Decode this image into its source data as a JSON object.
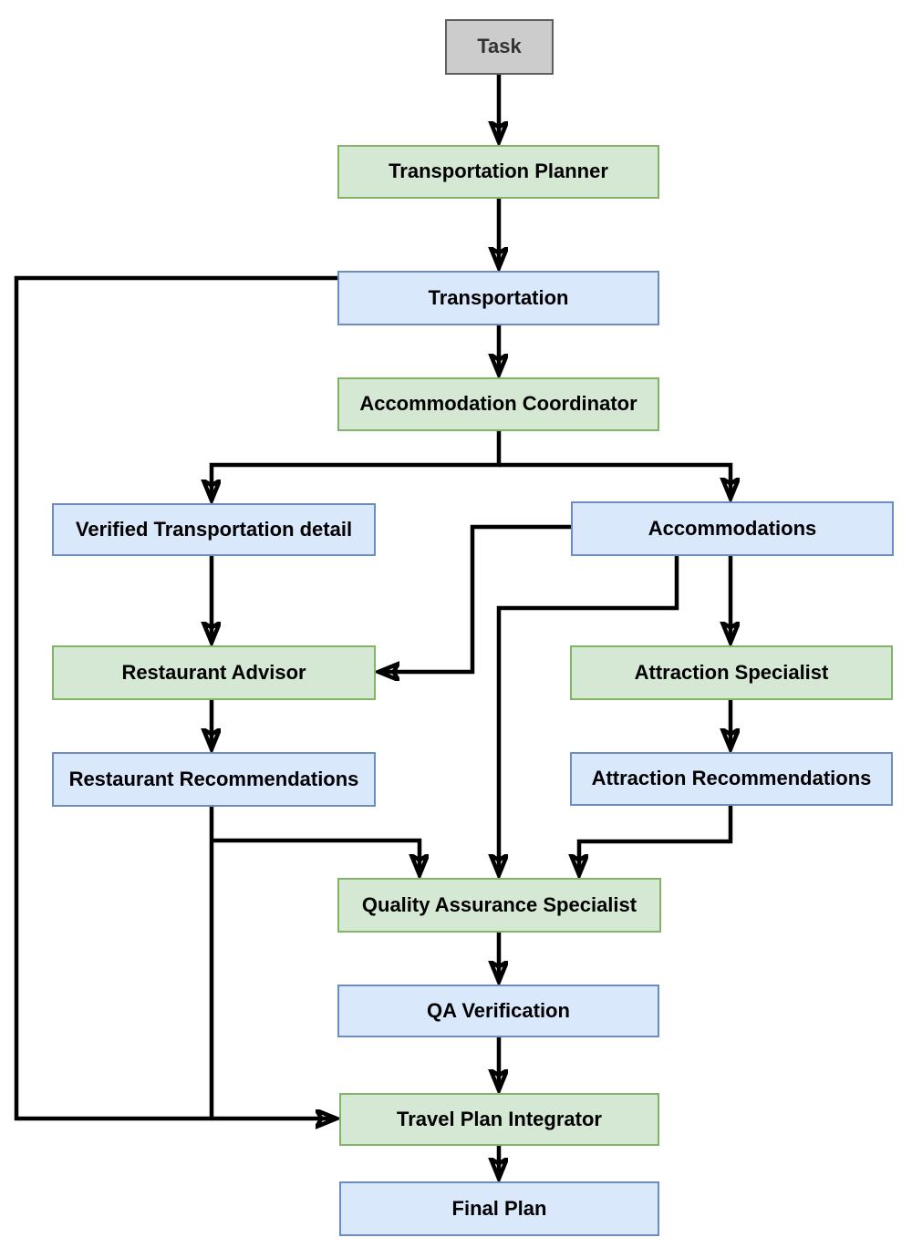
{
  "diagram": {
    "nodes": [
      {
        "id": "task",
        "label": "Task",
        "type": "task"
      },
      {
        "id": "transportation-planner",
        "label": "Transportation Planner",
        "type": "agent"
      },
      {
        "id": "transportation",
        "label": "Transportation",
        "type": "artifact"
      },
      {
        "id": "accommodation-coordinator",
        "label": "Accommodation Coordinator",
        "type": "agent"
      },
      {
        "id": "verified-transportation-detail",
        "label": "Verified Transportation detail",
        "type": "artifact"
      },
      {
        "id": "accommodations",
        "label": "Accommodations",
        "type": "artifact"
      },
      {
        "id": "restaurant-advisor",
        "label": "Restaurant Advisor",
        "type": "agent"
      },
      {
        "id": "attraction-specialist",
        "label": "Attraction Specialist",
        "type": "agent"
      },
      {
        "id": "restaurant-recommendations",
        "label": "Restaurant Recommendations",
        "type": "artifact"
      },
      {
        "id": "attraction-recommendations",
        "label": "Attraction Recommendations",
        "type": "artifact"
      },
      {
        "id": "quality-assurance-specialist",
        "label": "Quality Assurance Specialist",
        "type": "agent"
      },
      {
        "id": "qa-verification",
        "label": "QA Verification",
        "type": "artifact"
      },
      {
        "id": "travel-plan-integrator",
        "label": "Travel Plan Integrator",
        "type": "agent"
      },
      {
        "id": "final-plan",
        "label": "Final Plan",
        "type": "artifact"
      }
    ],
    "edges": [
      {
        "from": "task",
        "to": "transportation-planner"
      },
      {
        "from": "transportation-planner",
        "to": "transportation"
      },
      {
        "from": "transportation",
        "to": "accommodation-coordinator"
      },
      {
        "from": "accommodation-coordinator",
        "to": "verified-transportation-detail"
      },
      {
        "from": "accommodation-coordinator",
        "to": "accommodations"
      },
      {
        "from": "verified-transportation-detail",
        "to": "restaurant-advisor"
      },
      {
        "from": "accommodations",
        "to": "restaurant-advisor"
      },
      {
        "from": "accommodations",
        "to": "attraction-specialist"
      },
      {
        "from": "accommodations",
        "to": "quality-assurance-specialist"
      },
      {
        "from": "restaurant-advisor",
        "to": "restaurant-recommendations"
      },
      {
        "from": "attraction-specialist",
        "to": "attraction-recommendations"
      },
      {
        "from": "restaurant-recommendations",
        "to": "quality-assurance-specialist"
      },
      {
        "from": "attraction-recommendations",
        "to": "quality-assurance-specialist"
      },
      {
        "from": "quality-assurance-specialist",
        "to": "qa-verification"
      },
      {
        "from": "qa-verification",
        "to": "travel-plan-integrator"
      },
      {
        "from": "transportation",
        "to": "travel-plan-integrator"
      },
      {
        "from": "restaurant-recommendations",
        "to": "travel-plan-integrator"
      },
      {
        "from": "travel-plan-integrator",
        "to": "final-plan"
      }
    ],
    "colors": {
      "task_fill": "#cccccc",
      "task_border": "#5f5f5f",
      "task_text": "#333333",
      "agent_fill": "#d5e8d4",
      "agent_border": "#82b366",
      "artifact_fill": "#dae8fc",
      "artifact_border": "#6c8ebf",
      "edge": "#000000"
    }
  }
}
